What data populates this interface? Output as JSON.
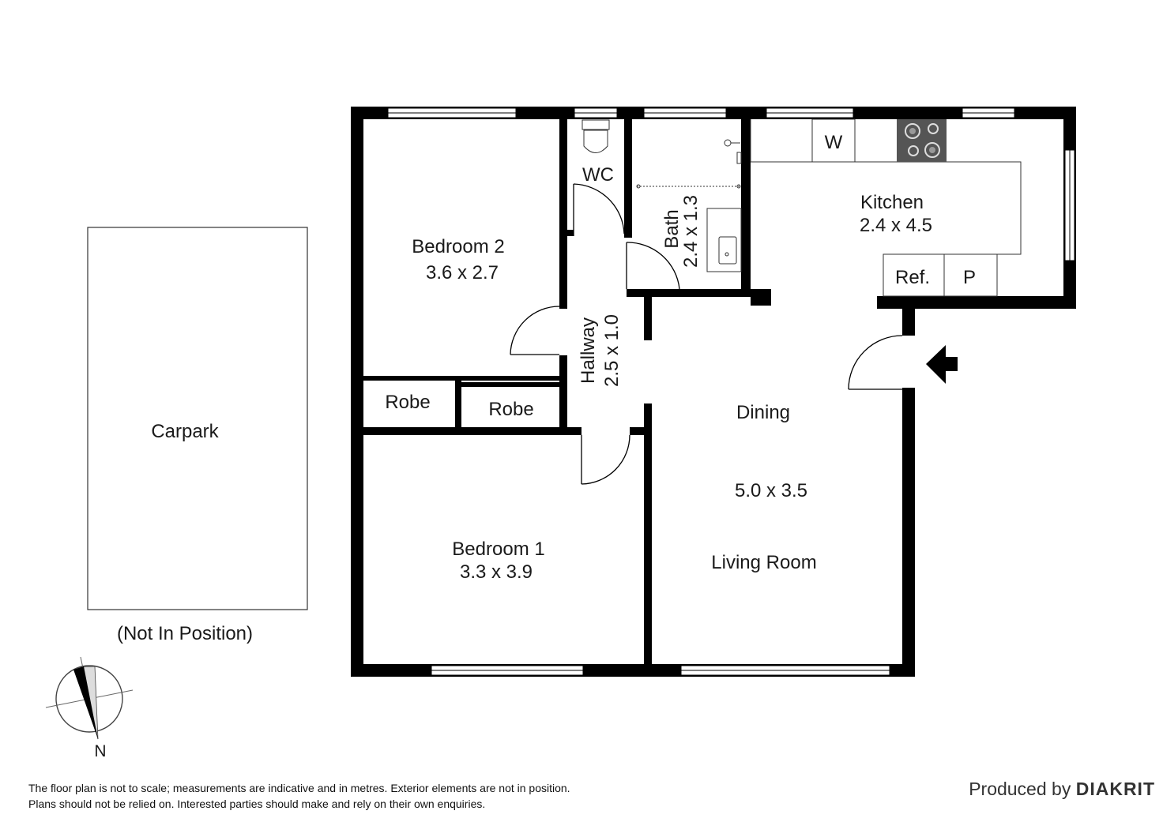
{
  "rooms": {
    "bedroom2": {
      "name": "Bedroom 2",
      "size": "3.6 x 2.7"
    },
    "wc": {
      "name": "WC"
    },
    "bath": {
      "name": "Bath",
      "size": "2.4 x 1.3"
    },
    "kitchen": {
      "name": "Kitchen",
      "size": "2.4 x 4.5"
    },
    "appliances": {
      "washer": "W",
      "fridge": "Ref.",
      "pantry": "P"
    },
    "hallway": {
      "name": "Hallway",
      "size": "2.5 x 1.0"
    },
    "robe_left": {
      "name": "Robe"
    },
    "robe_right": {
      "name": "Robe"
    },
    "dining": {
      "name": "Dining"
    },
    "living": {
      "name": "Living Room",
      "size": "5.0 x 3.5"
    },
    "bedroom1": {
      "name": "Bedroom 1",
      "size": "3.3 x 3.9"
    }
  },
  "carpark": {
    "name": "Carpark",
    "note": "(Not In Position)"
  },
  "compass": {
    "label": "N"
  },
  "footer": {
    "disclaimer_line1": "The floor plan is not to scale; measurements are indicative and in metres. Exterior elements are not in position.",
    "disclaimer_line2": "Plans should not be relied on. Interested parties should make and rely on their own enquiries.",
    "credit_prefix": "Produced by",
    "credit_brand": "DIAKRIT"
  },
  "colors": {
    "wall": "#000000",
    "fixture": "#444444",
    "cooktop": "#555555",
    "background": "#ffffff"
  }
}
